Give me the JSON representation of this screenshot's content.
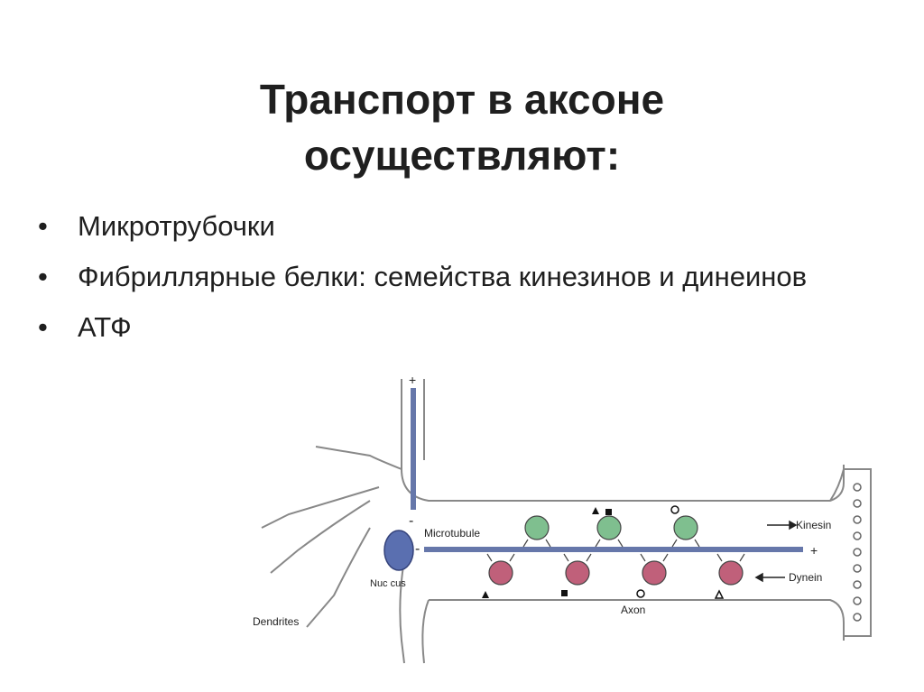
{
  "slide": {
    "title_line1": "Транспорт в аксоне",
    "title_line2": "осуществляют:",
    "bullets": [
      {
        "text": "Микротрубочки"
      },
      {
        "text": "Фибриллярные белки: семейства кинезинов и динеинов"
      },
      {
        "text": "АТФ"
      }
    ]
  },
  "figure": {
    "labels": {
      "microtubule": "Microtubule",
      "kinesin": "Kinesin",
      "dynein": "Dynein",
      "nucleus": "Nuc cus",
      "axon": "Axon",
      "dendrites": "Dendrites",
      "plus_top": "+",
      "minus_top": "-",
      "minus_left": "-",
      "plus_right": "+"
    },
    "colors": {
      "microtubule": "#6677aa",
      "kinesin": "#7fbf8f",
      "dynein": "#c0607a",
      "nucleus": "#5a6fb0"
    }
  }
}
